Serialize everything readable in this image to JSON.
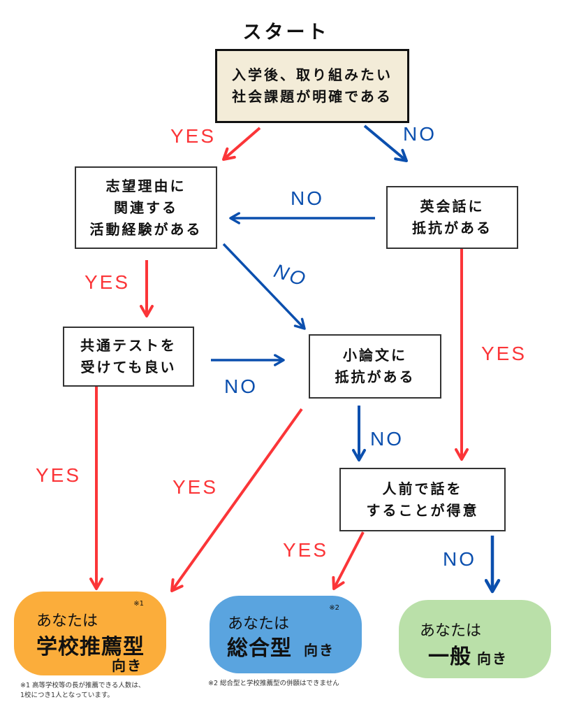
{
  "title": "スタート",
  "colors": {
    "yes": "#fb3538",
    "no": "#0b4fae",
    "start_bg": "#f3ecd8",
    "school_rec": "#fbad3b",
    "comprehensive": "#5aa4df",
    "general": "#bae0a9"
  },
  "questions": {
    "q1": [
      "入学後、取り組みたい",
      "社会課題が明確である"
    ],
    "q2": [
      "志望理由に",
      "関連する",
      "活動経験がある"
    ],
    "q3": [
      "英会話に",
      "抵抗がある"
    ],
    "q4": [
      "共通テストを",
      "受けても良い"
    ],
    "q5": [
      "小論文に",
      "抵抗がある"
    ],
    "q6": [
      "人前で話を",
      "することが得意"
    ]
  },
  "edges": [
    {
      "from": "q1",
      "to": "q2",
      "label": "YES"
    },
    {
      "from": "q1",
      "to": "q3",
      "label": "NO"
    },
    {
      "from": "q3",
      "to": "q2",
      "label": "NO"
    },
    {
      "from": "q3",
      "to": "q6",
      "label": "YES"
    },
    {
      "from": "q2",
      "to": "q4",
      "label": "YES"
    },
    {
      "from": "q2",
      "to": "q5",
      "label": "NO"
    },
    {
      "from": "q4",
      "to": "q5",
      "label": "NO"
    },
    {
      "from": "q4",
      "to": "r1",
      "label": "YES"
    },
    {
      "from": "q5",
      "to": "r1",
      "label": "YES"
    },
    {
      "from": "q5",
      "to": "q6",
      "label": "NO"
    },
    {
      "from": "q6",
      "to": "r2",
      "label": "YES"
    },
    {
      "from": "q6",
      "to": "r3",
      "label": "NO"
    }
  ],
  "labels": {
    "yes": "YES",
    "no": "NO"
  },
  "results": {
    "r1": {
      "prefix": "あなたは",
      "type": "学校推薦型",
      "suffix": "向き",
      "mark": "※1"
    },
    "r2": {
      "prefix": "あなたは",
      "type": "総合型",
      "suffix": "向き",
      "mark": "※2"
    },
    "r3": {
      "prefix": "あなたは",
      "type": "一般",
      "suffix": "向き"
    }
  },
  "notes": {
    "n1": [
      "※1 高等学校等の長が推薦できる人数は、",
      "1校につき1人となっています。"
    ],
    "n2": "※2  総合型と学校推薦型の併願はできません"
  }
}
